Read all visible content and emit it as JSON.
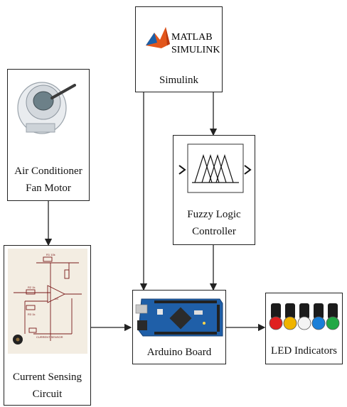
{
  "blocks": {
    "motor": {
      "line1": "Air Conditioner",
      "line2": "Fan Motor"
    },
    "simulink": {
      "label": "Simulink",
      "logo_line1": "MATLAB",
      "logo_line2": "SIMULINK"
    },
    "fuzzy": {
      "line1": "Fuzzy Logic",
      "line2": "Controller"
    },
    "current": {
      "line1": "Current Sensing",
      "line2": "Circuit",
      "mini_label": "CURRENT SENSOR"
    },
    "arduino": {
      "label": "Arduino Board"
    },
    "led": {
      "label": "LED Indicators"
    }
  },
  "colors": {
    "led": [
      "#e02020",
      "#f0b400",
      "#f4f4f4",
      "#1a7fd8",
      "#22a845"
    ],
    "matlab_logo": "#e2561b",
    "arduino_board": "#1f5fa8"
  }
}
